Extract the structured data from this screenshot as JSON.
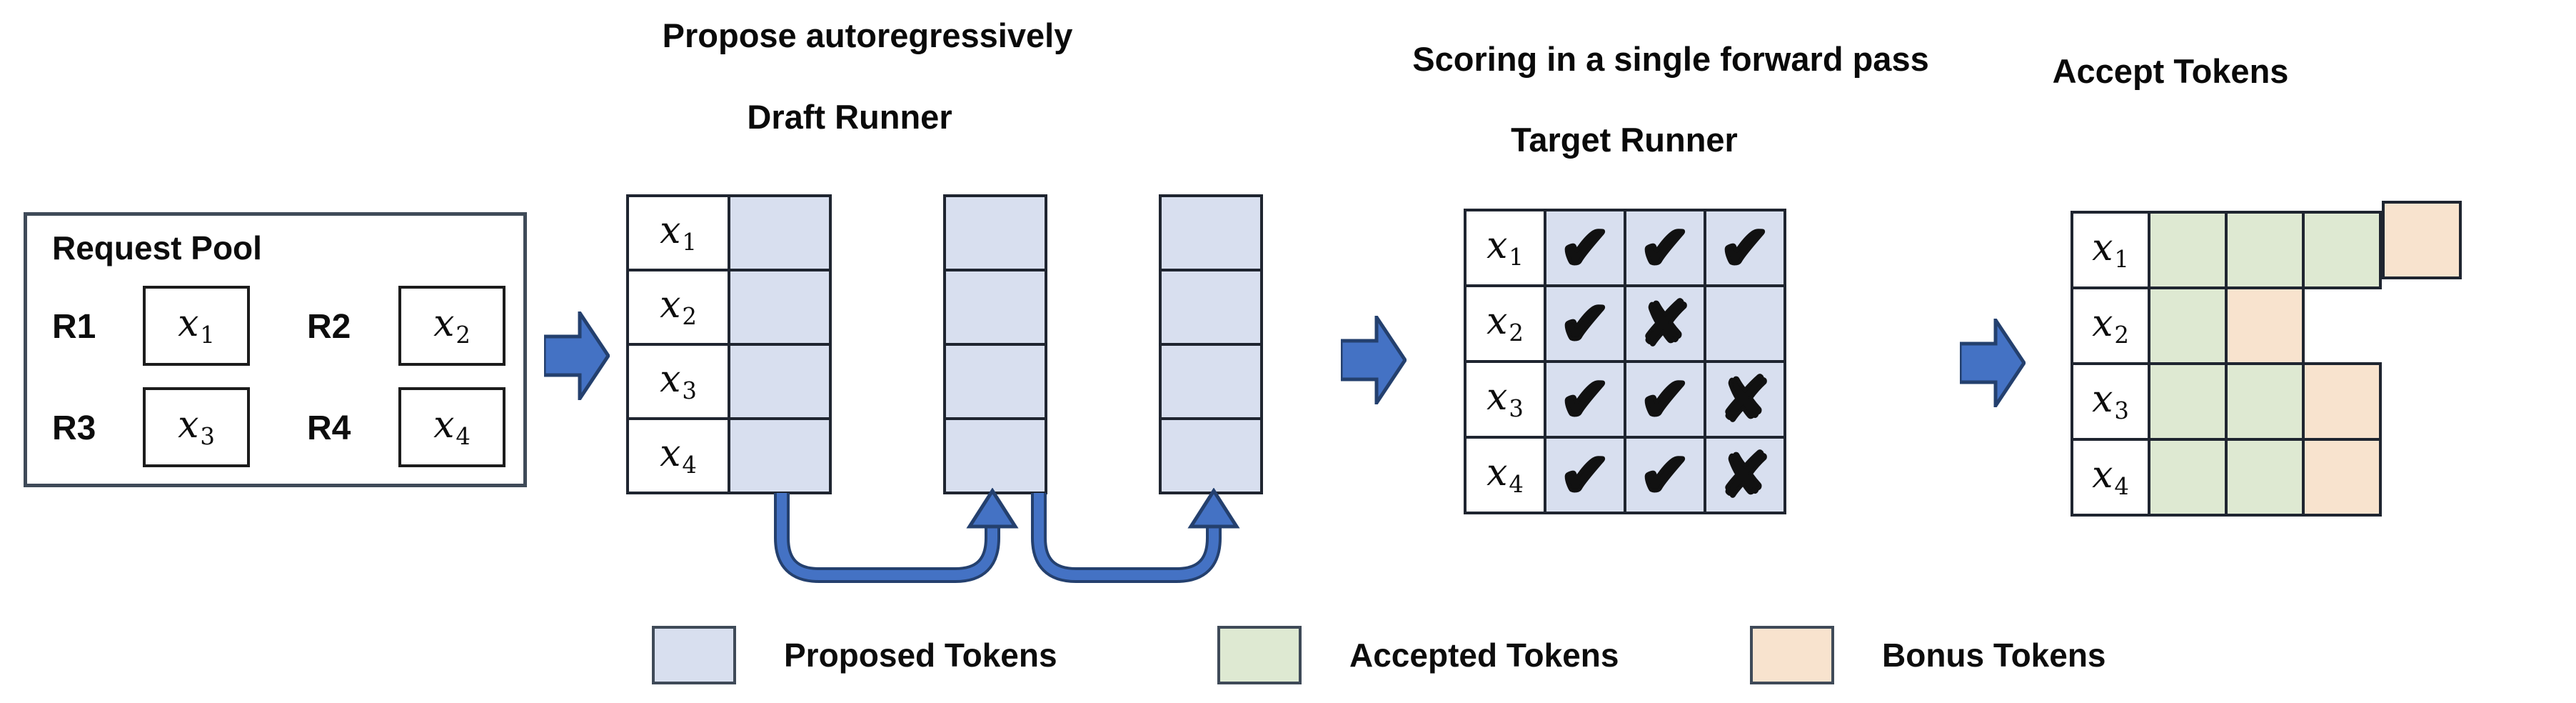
{
  "titles": {
    "draft_line1": "Propose autoregressively",
    "draft_line2": "Draft Runner",
    "target_line1": "Scoring in a single forward pass",
    "target_line2": "Target Runner",
    "accept": "Accept Tokens"
  },
  "request_pool": {
    "title": "Request Pool",
    "items": [
      {
        "id": "R1",
        "token_base": "x",
        "token_sub": "1"
      },
      {
        "id": "R2",
        "token_base": "x",
        "token_sub": "2"
      },
      {
        "id": "R3",
        "token_base": "x",
        "token_sub": "3"
      },
      {
        "id": "R4",
        "token_base": "x",
        "token_sub": "4"
      }
    ]
  },
  "draft": {
    "row_labels": [
      {
        "base": "x",
        "sub": "1"
      },
      {
        "base": "x",
        "sub": "2"
      },
      {
        "base": "x",
        "sub": "3"
      },
      {
        "base": "x",
        "sub": "4"
      }
    ],
    "proposed_step_columns": 3
  },
  "target": {
    "rows": [
      {
        "label": {
          "base": "x",
          "sub": "1"
        },
        "marks": [
          "✔",
          "✔",
          "✔"
        ]
      },
      {
        "label": {
          "base": "x",
          "sub": "2"
        },
        "marks": [
          "✔",
          "✘",
          ""
        ]
      },
      {
        "label": {
          "base": "x",
          "sub": "3"
        },
        "marks": [
          "✔",
          "✔",
          "✘"
        ]
      },
      {
        "label": {
          "base": "x",
          "sub": "4"
        },
        "marks": [
          "✔",
          "✔",
          "✘"
        ]
      }
    ]
  },
  "accept": {
    "rows": [
      {
        "label": {
          "base": "x",
          "sub": "1"
        },
        "cells": [
          "accepted",
          "accepted",
          "accepted",
          "bonus"
        ]
      },
      {
        "label": {
          "base": "x",
          "sub": "2"
        },
        "cells": [
          "accepted",
          "bonus"
        ]
      },
      {
        "label": {
          "base": "x",
          "sub": "3"
        },
        "cells": [
          "accepted",
          "accepted",
          "bonus"
        ]
      },
      {
        "label": {
          "base": "x",
          "sub": "4"
        },
        "cells": [
          "accepted",
          "accepted",
          "bonus"
        ]
      }
    ]
  },
  "legend": [
    {
      "name": "proposed",
      "label": "Proposed Tokens",
      "color": "#D8DFEF"
    },
    {
      "name": "accepted",
      "label": "Accepted Tokens",
      "color": "#DEE9D2"
    },
    {
      "name": "bonus",
      "label": "Bonus Tokens",
      "color": "#F8E3CE"
    }
  ],
  "colors": {
    "proposed_fill": "#D8DFEF",
    "accepted_fill": "#DEE9D2",
    "bonus_fill": "#F8E3CE",
    "arrow_fill": "#4472C4",
    "arrow_outline": "#24406E",
    "grid_line": "#1F2530",
    "box_border": "#3F4A58"
  }
}
